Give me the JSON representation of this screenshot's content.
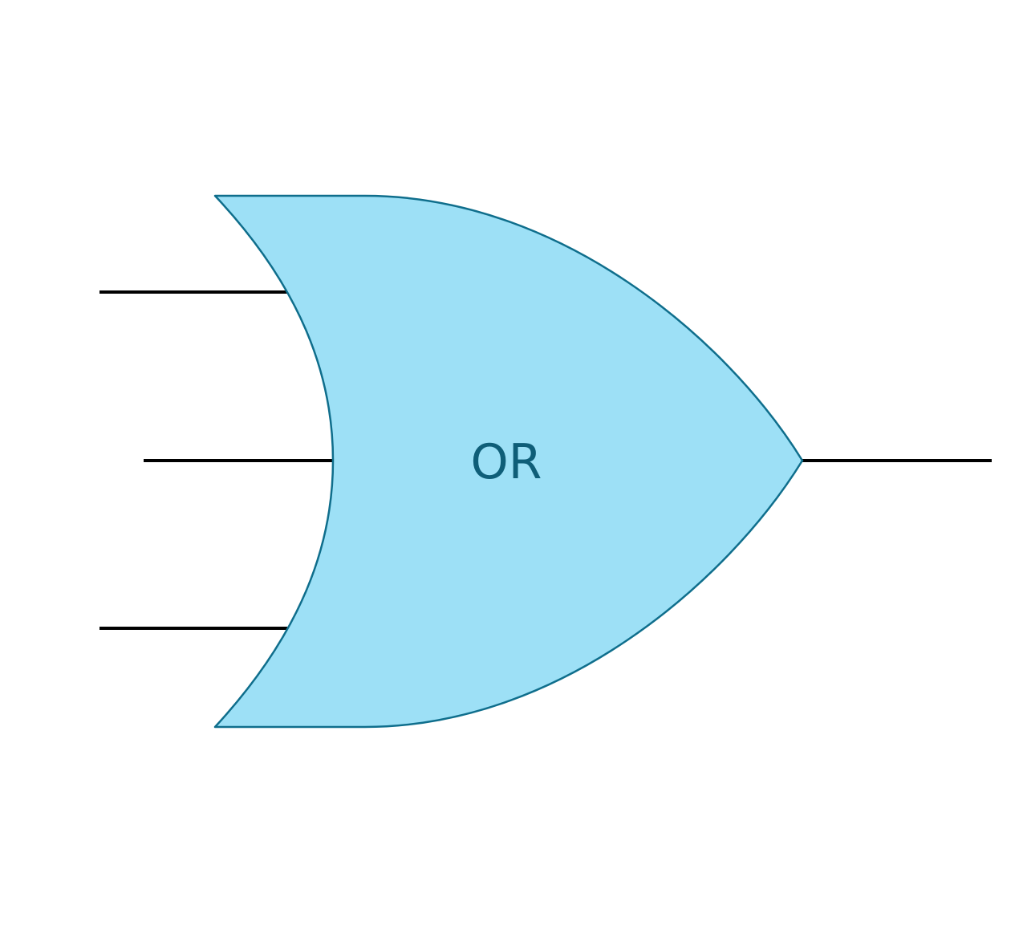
{
  "gate": {
    "type": "or-gate",
    "label": "OR",
    "input_count": 3,
    "output_count": 1
  },
  "colors": {
    "background": "#ffffff",
    "gate_fill": "#9de0f6",
    "gate_stroke": "#0f6e8c",
    "label_text": "#0f5e78",
    "wire": "#000000"
  }
}
